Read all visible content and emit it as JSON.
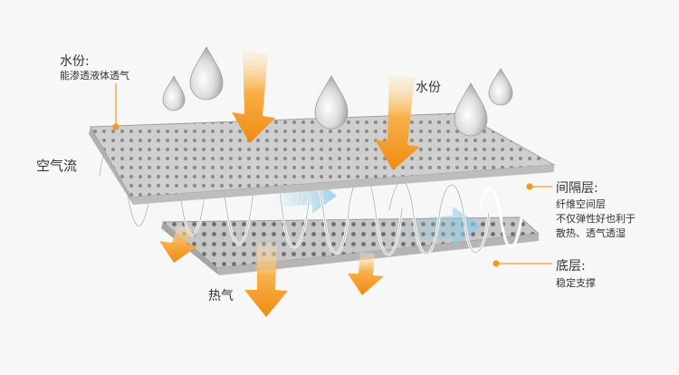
{
  "labels": {
    "top_water_title": "水份:",
    "top_water_desc": "能渗透液体透气",
    "water": "水份",
    "airflow": "空气流",
    "hot_air": "热气",
    "spacer_title": "间隔层:",
    "spacer_desc_1": "纤维空间层",
    "spacer_desc_2": "不仅弹性好也利于",
    "spacer_desc_3": "散热、透气透湿",
    "bottom_title": "底层:",
    "bottom_desc": "稳定支撑"
  },
  "colors": {
    "arrow_orange": "#f39a1e",
    "airflow_blue": "#8cc8e6",
    "mesh_gray": "#c7c7c7",
    "leader_orange": "#f39a1e",
    "text": "#333333"
  }
}
